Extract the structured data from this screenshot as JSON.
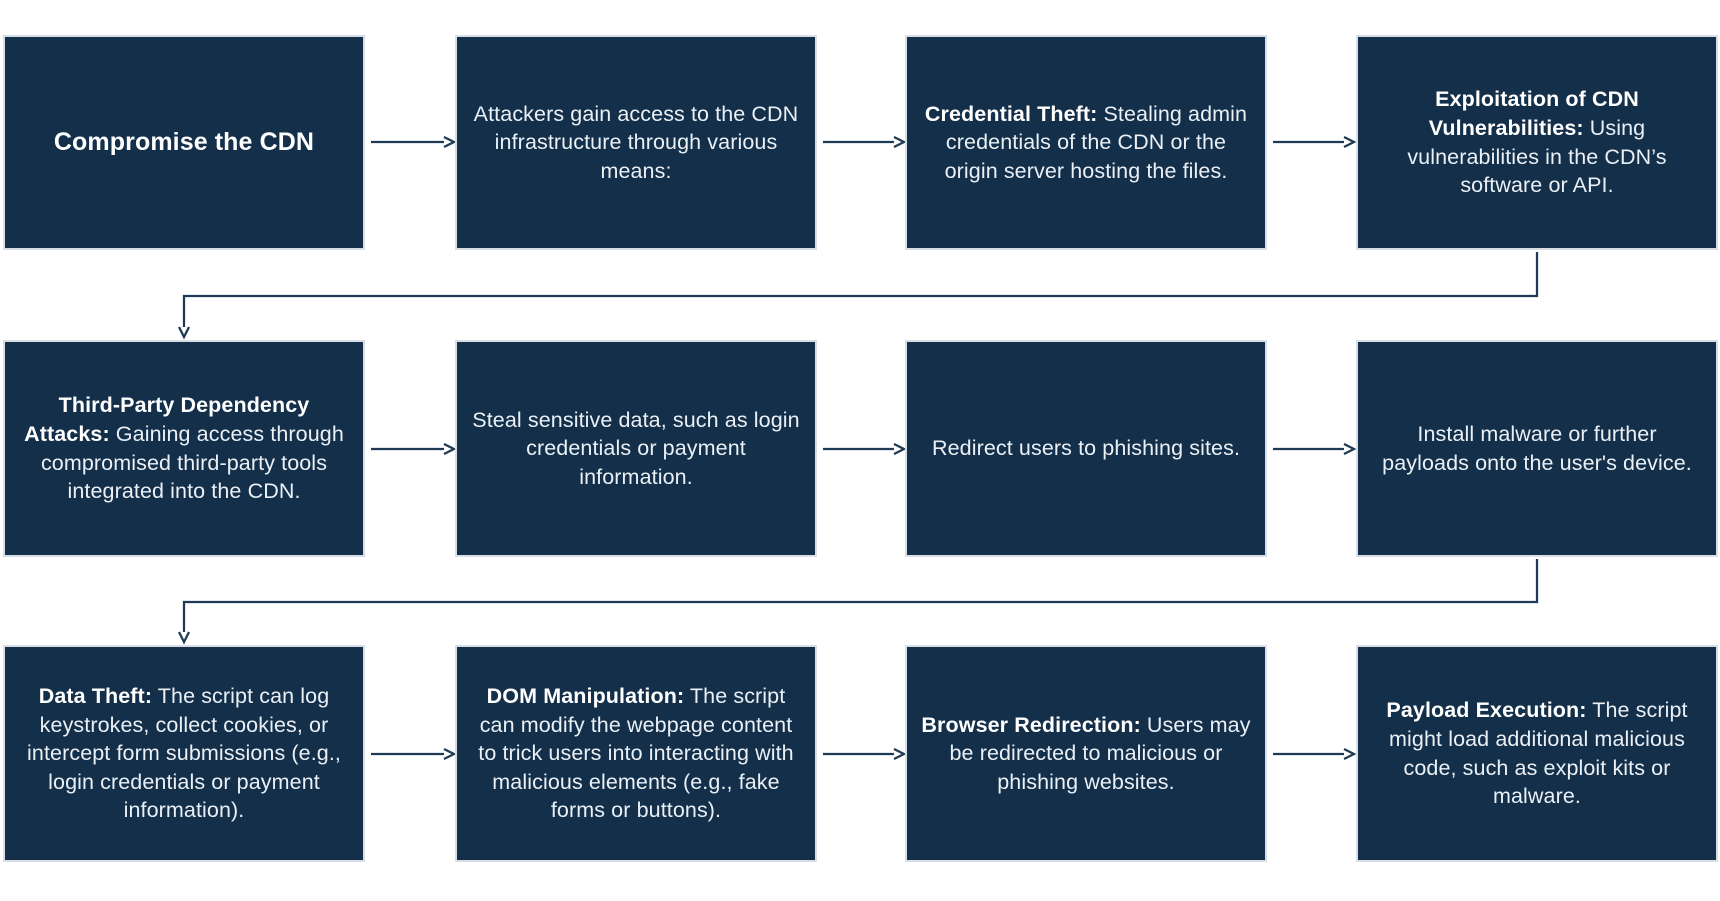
{
  "diagram": {
    "colors": {
      "box_fill": "#142f49",
      "box_border": "#d8dee6",
      "arrow": "#1f3a55",
      "text": "#eaf0f6",
      "background": "#ffffff"
    },
    "rows": [
      {
        "boxes": [
          {
            "bold": "Compromise the CDN",
            "text": ""
          },
          {
            "bold": "",
            "text": "Attackers gain access to the CDN infrastructure through various means:"
          },
          {
            "bold": "Credential Theft:",
            "text": " Stealing admin credentials of the CDN or the origin server hosting the files."
          },
          {
            "bold": "Exploitation of CDN Vulnerabilities:",
            "text": " Using vulnerabilities in the CDN’s software or API."
          }
        ]
      },
      {
        "boxes": [
          {
            "bold": "Third-Party Dependency Attacks:",
            "text": " Gaining access through compromised third-party tools integrated into the CDN."
          },
          {
            "bold": "",
            "text": "Steal sensitive data, such as login credentials or payment information."
          },
          {
            "bold": "",
            "text": "Redirect users to phishing sites."
          },
          {
            "bold": "",
            "text": "Install malware or further payloads onto the user's device."
          }
        ]
      },
      {
        "boxes": [
          {
            "bold": "Data Theft:",
            "text": " The script can log keystrokes, collect cookies, or intercept form submissions (e.g., login credentials or payment information)."
          },
          {
            "bold": "DOM Manipulation:",
            "text": " The script can modify the webpage content to trick users into interacting with malicious elements (e.g., fake forms or buttons)."
          },
          {
            "bold": "Browser Redirection:",
            "text": " Users may be redirected to malicious or phishing websites."
          },
          {
            "bold": "Payload Execution:",
            "text": " The script might load additional malicious code, such as exploit kits or malware."
          }
        ]
      }
    ]
  }
}
